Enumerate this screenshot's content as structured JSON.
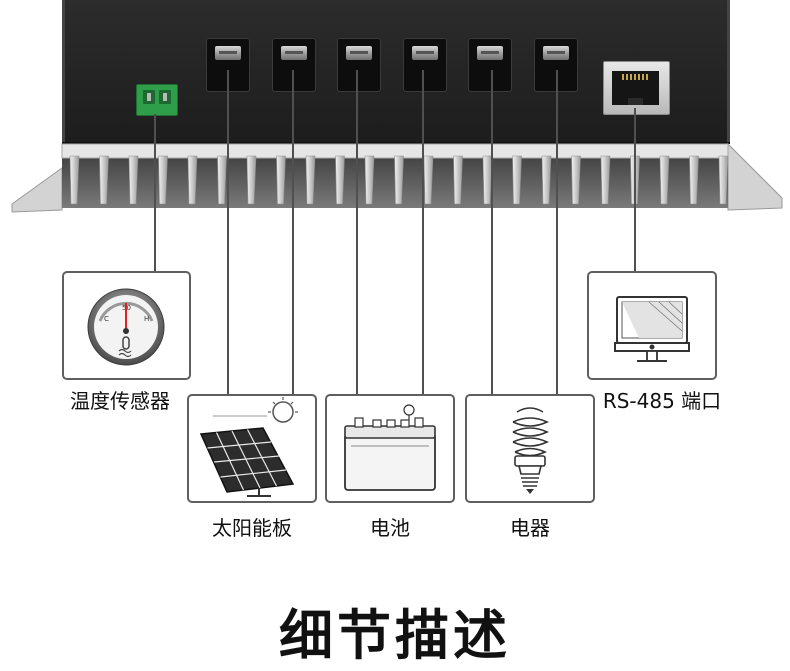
{
  "device": {
    "sensor_terminal_icon": "green-screw-terminal-icon",
    "sockets_count_label": "",
    "port_icon": "rj45-port-icon"
  },
  "labels": {
    "temp_sensor": "温度传感器",
    "solar_panel": "太阳能板",
    "battery": "电池",
    "load": "电器",
    "rs485": "RS-485 端口"
  },
  "section": {
    "title": "细节描述"
  },
  "colors": {
    "device_body": "#252525",
    "heatsink": "#d8d8d8",
    "connector": "#505050",
    "terminal_green": "#2f9e4a"
  }
}
